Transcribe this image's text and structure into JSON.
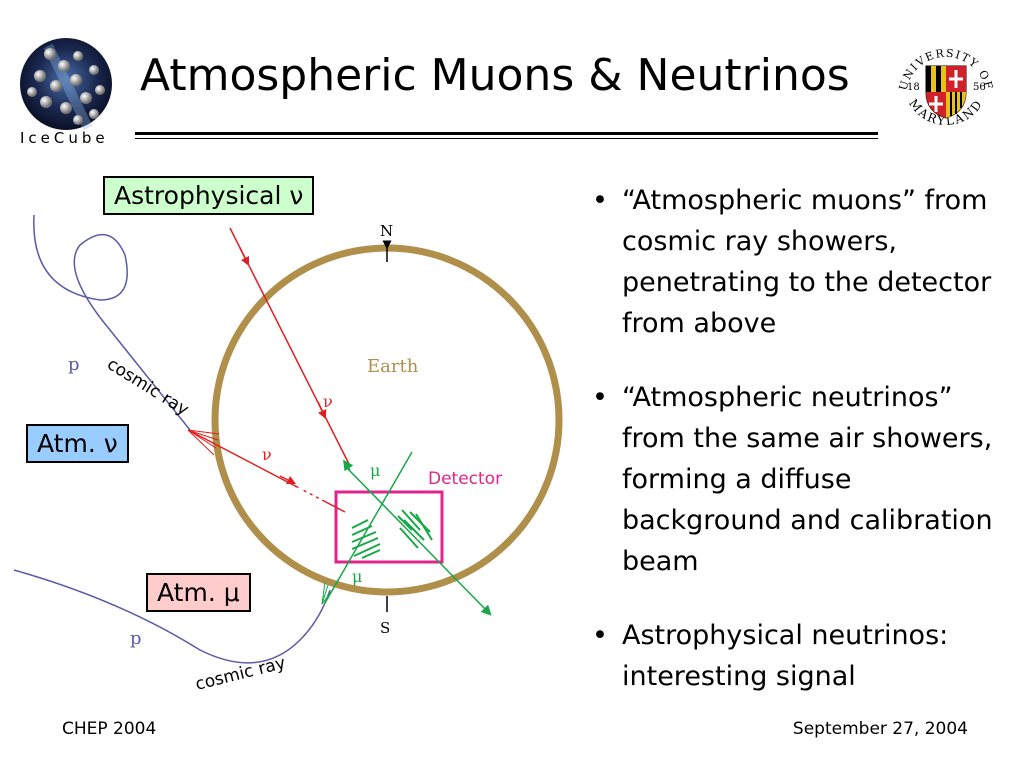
{
  "slide": {
    "title": "Atmospheric Muons & Neutrinos",
    "icecube_label": "IceCube",
    "umd_top": "UNIVERSITY OF",
    "umd_bottom": "MARYLAND",
    "umd_year_left": "18",
    "umd_year_right": "56"
  },
  "diagram": {
    "astro_box": "Astrophysical ν",
    "atm_nu_box": "Atm. ν",
    "atm_mu_box": "Atm. μ",
    "earth_label": "Earth",
    "detector_label": "Detector",
    "north_label": "N",
    "south_label": "S",
    "proton_label": "p",
    "proton_label_2": "p",
    "cosmic_ray_1": "cosmic ray",
    "cosmic_ray_2": "cosmic ray",
    "nu_label_1": "ν",
    "nu_label_2": "ν",
    "mu_label_1": "μ",
    "mu_label_2": "μ",
    "colors": {
      "earth": "#b08f4a",
      "detector": "#e0248c",
      "neutrino": "#e02020",
      "muon": "#18a848",
      "cosmic": "#5a5aa8"
    }
  },
  "bullets": [
    "“Atmospheric muons” from cosmic ray showers, penetrating to the detector from above",
    "“Atmospheric neutrinos” from the same air showers, forming a diffuse background and calibration beam",
    "Astrophysical neutrinos: interesting signal"
  ],
  "footer": {
    "left": "CHEP 2004",
    "right": "September 27, 2004"
  }
}
